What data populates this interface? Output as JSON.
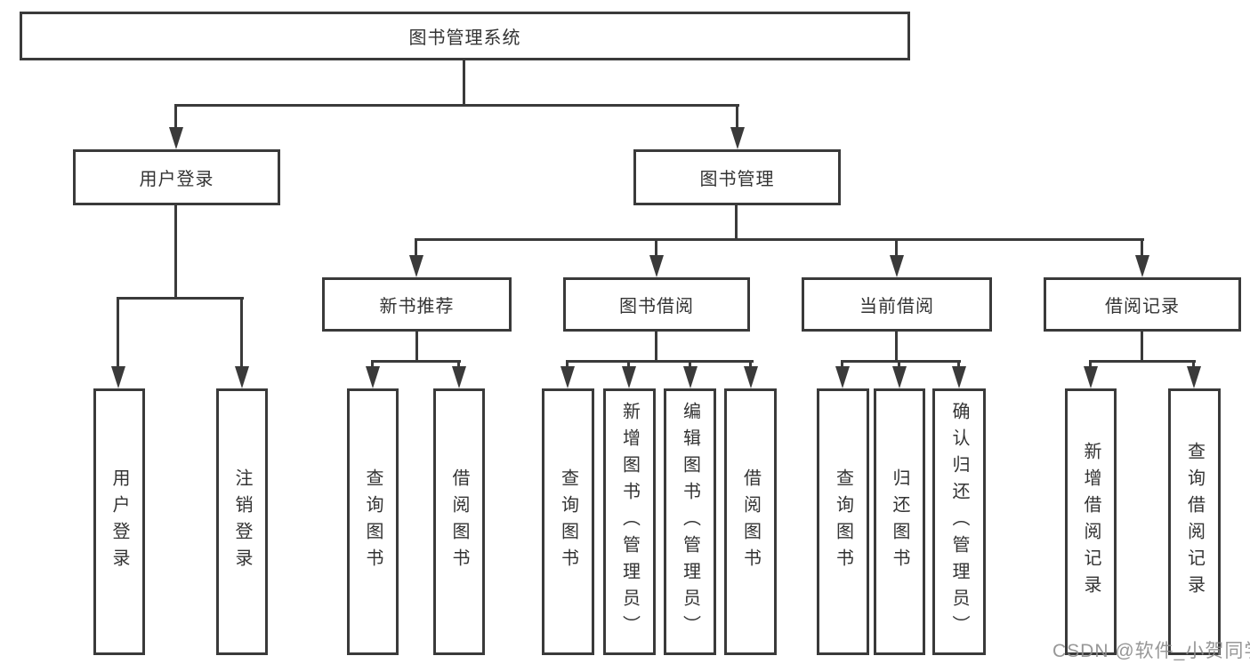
{
  "tree": {
    "root": {
      "label": "图书管理系统",
      "children": [
        {
          "label": "用户登录",
          "children": [
            {
              "label": "用户登录"
            },
            {
              "label": "注销登录"
            }
          ]
        },
        {
          "label": "图书管理",
          "children": [
            {
              "label": "新书推荐",
              "children": [
                {
                  "label": "查询图书"
                },
                {
                  "label": "借阅图书"
                }
              ]
            },
            {
              "label": "图书借阅",
              "children": [
                {
                  "label": "查询图书"
                },
                {
                  "label": "新增图书（管理员）"
                },
                {
                  "label": "编辑图书（管理员）"
                },
                {
                  "label": "借阅图书"
                }
              ]
            },
            {
              "label": "当前借阅",
              "children": [
                {
                  "label": "查询图书"
                },
                {
                  "label": "归还图书"
                },
                {
                  "label": "确认归还（管理员）"
                }
              ]
            },
            {
              "label": "借阅记录",
              "children": [
                {
                  "label": "新增借阅记录"
                },
                {
                  "label": "查询借阅记录"
                }
              ]
            }
          ]
        }
      ]
    }
  },
  "watermark": "CSDN @软件_小贺同学",
  "colors": {
    "line": "#3a3a3a",
    "text": "#333333",
    "background": "#ffffff",
    "watermark": "#8c8c8c"
  }
}
